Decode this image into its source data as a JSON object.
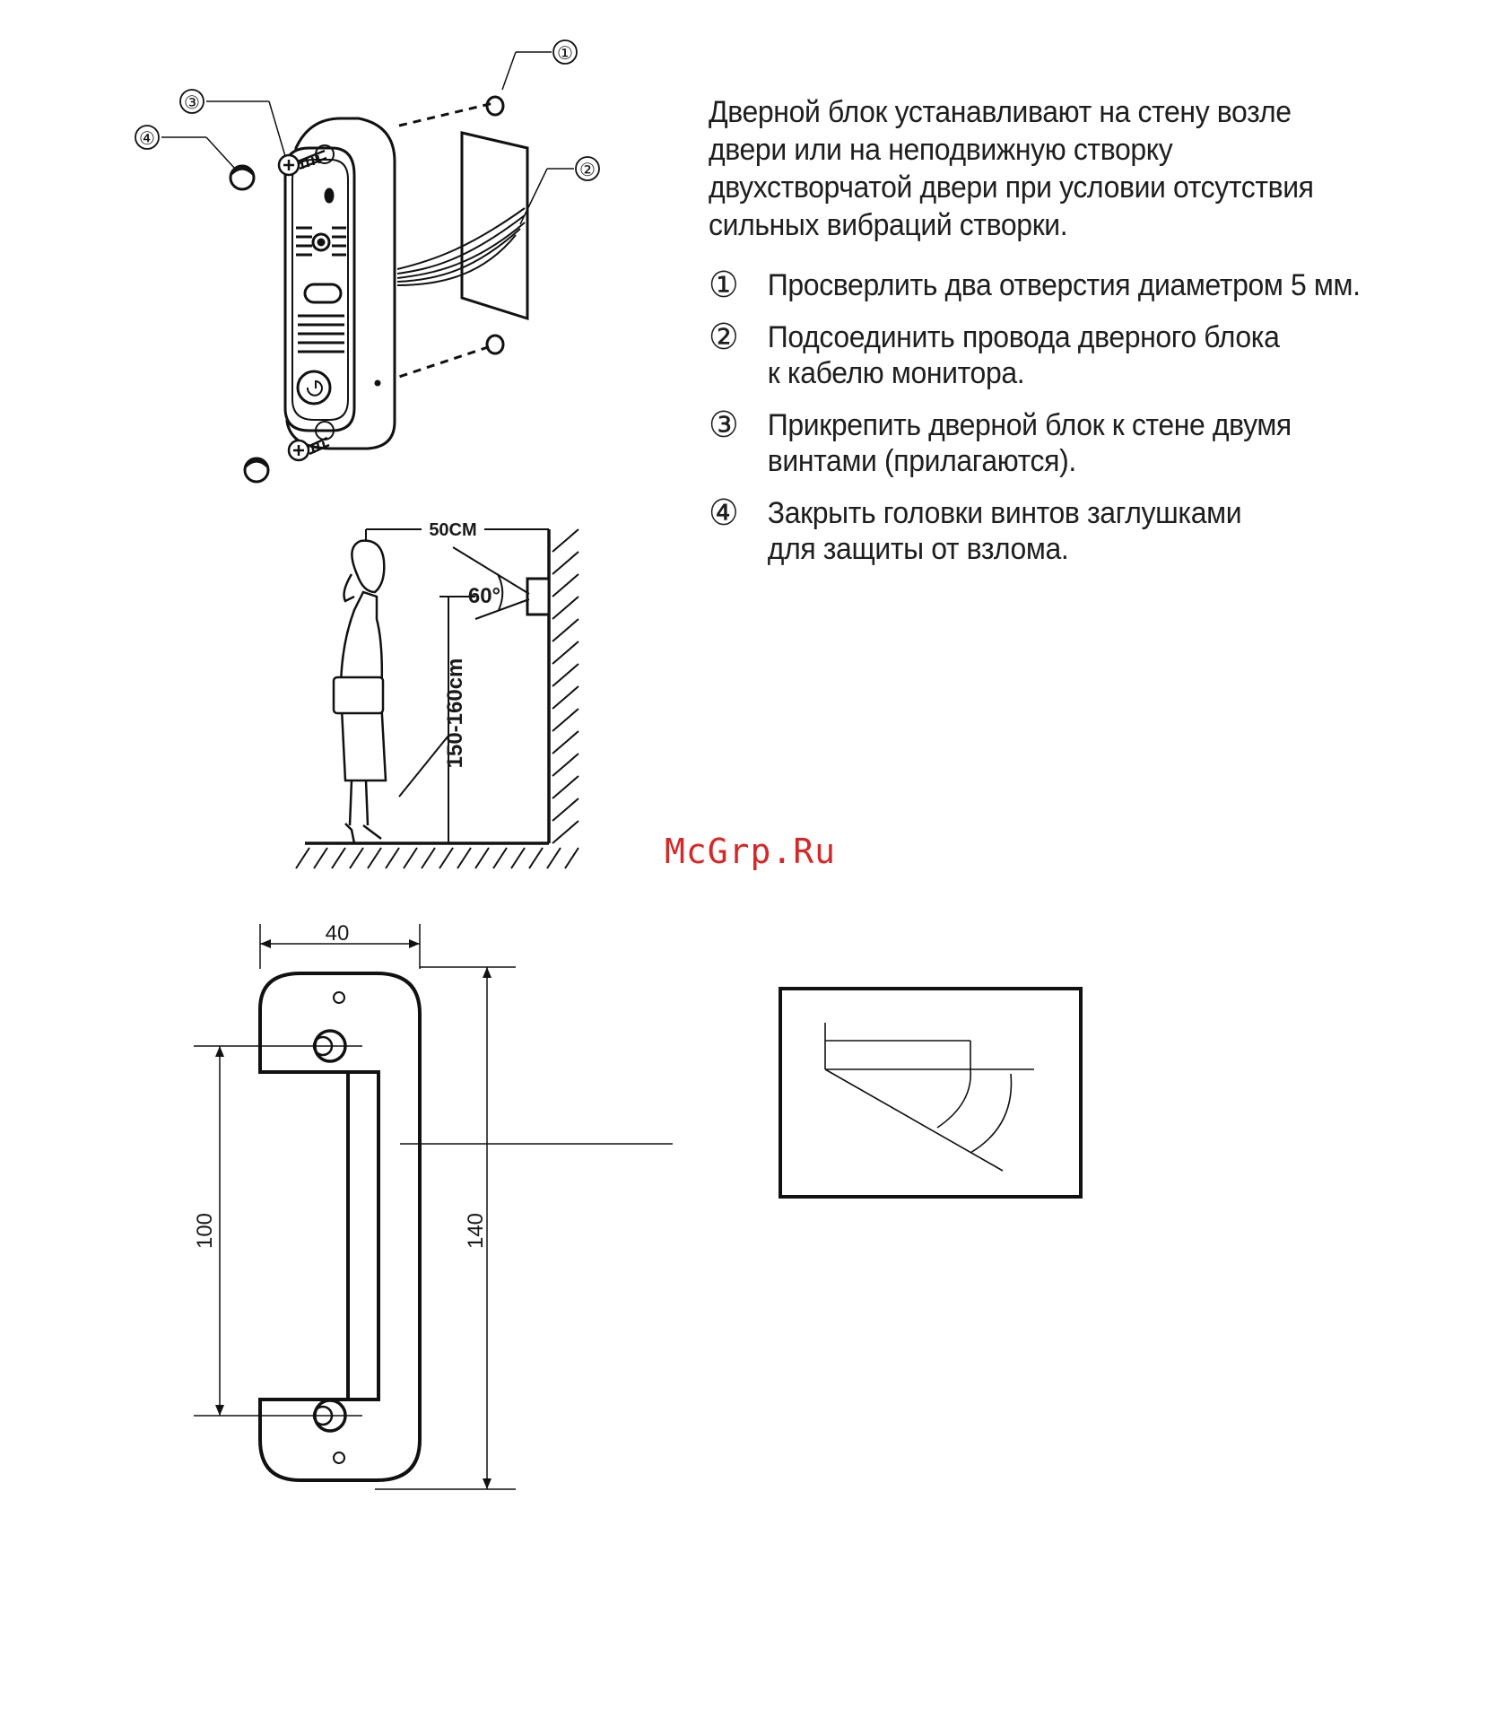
{
  "intro": [
    "Дверной блок устанавливают на стену возле",
    "двери или на неподвижную створку",
    "двухстворчатой двери при условии отсутствия",
    "сильных вибраций створки."
  ],
  "steps": [
    {
      "marker": "①",
      "lines": [
        "Просверлить два отверстия диаметром 5 мм."
      ]
    },
    {
      "marker": "②",
      "lines": [
        "Подсоединить провода дверного блока",
        "к кабелю монитора."
      ]
    },
    {
      "marker": "③",
      "lines": [
        "Прикрепить дверной блок к стене двумя",
        "винтами (прилагаются)."
      ]
    },
    {
      "marker": "④",
      "lines": [
        "Закрыть головки винтов заглушками",
        "для защиты от взлома."
      ]
    }
  ],
  "callouts": {
    "c1": "①",
    "c2": "②",
    "c3": "③",
    "c4": "④"
  },
  "height_diagram": {
    "distance": "50CM",
    "angle": "60°",
    "height": "150-160cm"
  },
  "dimensions": {
    "width": "40",
    "spacing": "100",
    "height": "140"
  },
  "watermark": "McGrp.Ru"
}
